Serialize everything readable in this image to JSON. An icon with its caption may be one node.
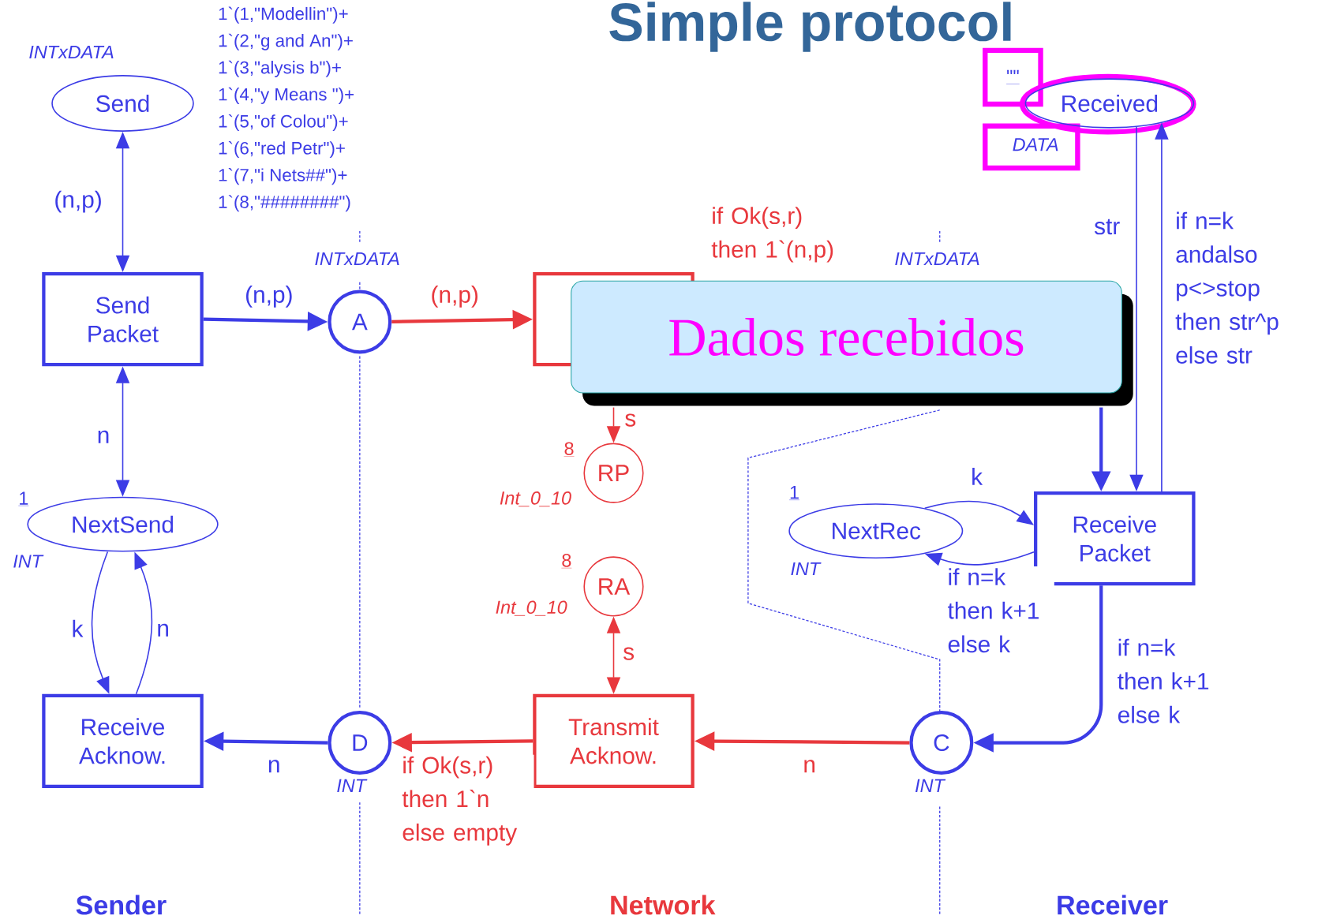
{
  "diagram": {
    "title": "Simple protocol",
    "nodes": [
      {
        "text": [
          "Send"
        ],
        "beside": [
          "INTxDATA",
          "1`(1,\"Modellin\")+",
          "1`(2,\"g and An\")+",
          "1`(3,\"alysis b\")+",
          "1`(4,\"y Means \")+",
          "1`(5,\"of Colou\")+",
          "1`(6,\"red Petr\")+",
          "1`(7,\"i Nets##\")+",
          "1`(8,\"########\")"
        ]
      },
      {
        "text": [
          "Send Packet"
        ]
      },
      {
        "text": [
          "A"
        ],
        "beside": [
          "INTxDATA"
        ]
      },
      {
        "text": [],
        "shape": "box"
      },
      {
        "text": [
          "RP"
        ],
        "beside": [
          "8",
          "Int_0_10"
        ]
      },
      {
        "text": [
          "RA"
        ],
        "beside": [
          "8",
          "Int_0_10"
        ]
      },
      {
        "text": [
          "NextSend"
        ],
        "beside": [
          "1",
          "INT"
        ]
      },
      {
        "text": [
          "Receive Acknow."
        ]
      },
      {
        "text": [
          "D"
        ],
        "beside": [
          "INT"
        ]
      },
      {
        "text": [
          "Transmit Acknow."
        ]
      },
      {
        "text": [
          "C"
        ],
        "beside": [
          "INT"
        ]
      },
      {
        "text": [
          "NextRec"
        ],
        "beside": [
          "1",
          "INT"
        ]
      },
      {
        "text": [
          "Receive Packet"
        ]
      },
      {
        "text": [
          "Received"
        ],
        "beside": [
          "\"\"",
          "DATA"
        ]
      },
      {
        "text": [
          "Dados recebidos"
        ]
      }
    ],
    "edges": [
      {
        "from": 1,
        "to": 0,
        "arrow": "both",
        "label": "(n,p)"
      },
      {
        "from": 6,
        "to": 1,
        "arrow": "both",
        "label": "n"
      },
      {
        "from": 1,
        "to": 2,
        "arrow": "to",
        "label": "(n,p)",
        "style": "thick"
      },
      {
        "from": 2,
        "to": 3,
        "arrow": "to",
        "label": "(n,p)",
        "style": "thick",
        "color": "#e8383d"
      },
      {
        "from": 14,
        "to": 4,
        "arrow": "to",
        "label": "s",
        "color": "#e8383d"
      },
      {
        "from": 9,
        "to": 5,
        "arrow": "both",
        "label": "s",
        "color": "#e8383d"
      },
      {
        "from": 9,
        "to": 8,
        "arrow": "to",
        "label": "if Ok(s,r) then 1`n else empty",
        "style": "thick",
        "color": "#e8383d"
      },
      {
        "from": 8,
        "to": 7,
        "arrow": "to",
        "label": "n",
        "style": "thick"
      },
      {
        "from": 6,
        "to": 7,
        "arrow": "to",
        "label": "k"
      },
      {
        "from": 7,
        "to": 6,
        "arrow": "to",
        "label": "n"
      },
      {
        "from": 10,
        "to": 9,
        "arrow": "to",
        "label": "n",
        "style": "thick",
        "color": "#e8383d"
      },
      {
        "from": 12,
        "to": 10,
        "arrow": "to",
        "label": "if n=k then k+1 else k",
        "style": "thick"
      },
      {
        "from": 11,
        "to": 12,
        "arrow": "to",
        "label": "k"
      },
      {
        "from": 12,
        "to": 11,
        "arrow": "to",
        "label": "if n=k then k+1 else k"
      },
      {
        "from": 13,
        "to": 12,
        "arrow": "to",
        "label": "str"
      },
      {
        "from": 12,
        "to": 13,
        "arrow": "to",
        "label": "if n=k andalso p<>stop then str^p else str"
      },
      {
        "from": 14,
        "to": 12,
        "arrow": "to",
        "style": "thick"
      }
    ],
    "labels": [
      "if Ok(s,r) then 1`(n,p)",
      "INTxDATA",
      "Sender",
      "Network",
      "Receiver"
    ]
  }
}
